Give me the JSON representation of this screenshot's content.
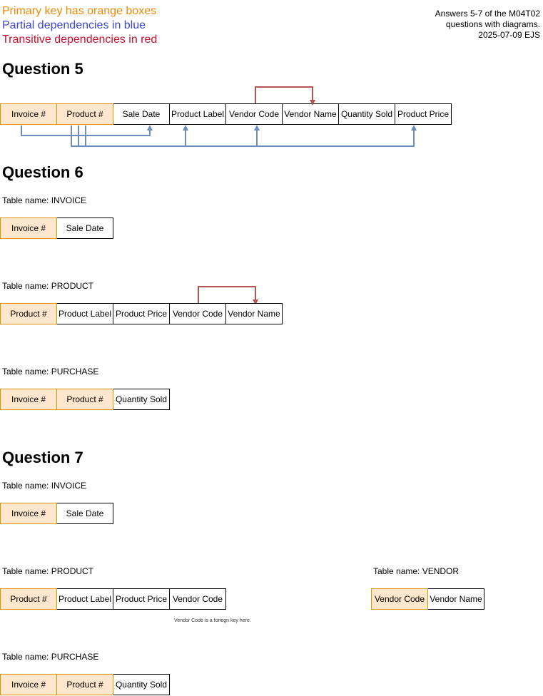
{
  "legend": {
    "primary": "Primary key has orange boxes",
    "partial": "Partial dependencies in blue",
    "transitive": "Transitive dependencies in red"
  },
  "note": {
    "line1": "Answers 5-7 of the M04T02",
    "line2": "questions with diagrams.",
    "line3": "2025-07-09 EJS"
  },
  "colors": {
    "pk_fill": "#FFE6CC",
    "pk_border": "#D79B00",
    "partial_arrow": "#6C8EBF",
    "transitive_arrow": "#B85450"
  },
  "q5": {
    "title": "Question 5",
    "cells": [
      {
        "label": "Invoice #",
        "pk": true
      },
      {
        "label": "Product #",
        "pk": true
      },
      {
        "label": "Sale Date",
        "pk": false
      },
      {
        "label": "Product Label",
        "pk": false
      },
      {
        "label": "Vendor Code",
        "pk": false
      },
      {
        "label": "Vendor Name",
        "pk": false
      },
      {
        "label": "Quantity Sold",
        "pk": false
      },
      {
        "label": "Product Price",
        "pk": false
      }
    ]
  },
  "q6": {
    "title": "Question 6",
    "invoice": {
      "label": "Table name: INVOICE",
      "cells": [
        {
          "label": "Invoice #",
          "pk": true
        },
        {
          "label": "Sale Date",
          "pk": false
        }
      ]
    },
    "product": {
      "label": "Table name: PRODUCT",
      "cells": [
        {
          "label": "Product #",
          "pk": true
        },
        {
          "label": "Product Label",
          "pk": false
        },
        {
          "label": "Product Price",
          "pk": false
        },
        {
          "label": "Vendor Code",
          "pk": false
        },
        {
          "label": "Vendor Name",
          "pk": false
        }
      ]
    },
    "purchase": {
      "label": "Table name: PURCHASE",
      "cells": [
        {
          "label": "Invoice #",
          "pk": true
        },
        {
          "label": "Product #",
          "pk": true
        },
        {
          "label": "Quantity Sold",
          "pk": false
        }
      ]
    }
  },
  "q7": {
    "title": "Question 7",
    "invoice": {
      "label": "Table name: INVOICE",
      "cells": [
        {
          "label": "Invoice #",
          "pk": true
        },
        {
          "label": "Sale Date",
          "pk": false
        }
      ]
    },
    "product": {
      "label": "Table name: PRODUCT",
      "cells": [
        {
          "label": "Product #",
          "pk": true
        },
        {
          "label": "Product Label",
          "pk": false
        },
        {
          "label": "Product Price",
          "pk": false
        },
        {
          "label": "Vendor Code",
          "pk": false
        }
      ]
    },
    "vendor": {
      "label": "Table name: VENDOR",
      "cells": [
        {
          "label": "Vendor Code",
          "pk": true
        },
        {
          "label": "Vendor Name",
          "pk": false
        }
      ]
    },
    "fk_note": "Vendor Code is a foriegn key here.",
    "purchase": {
      "label": "Table name: PURCHASE",
      "cells": [
        {
          "label": "Invoice #",
          "pk": true
        },
        {
          "label": "Product #",
          "pk": true
        },
        {
          "label": "Quantity Sold",
          "pk": false
        }
      ]
    }
  }
}
